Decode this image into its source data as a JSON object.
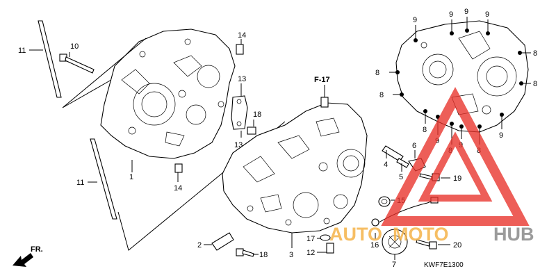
{
  "callouts": {
    "c1": "1",
    "c2": "2",
    "c3": "3",
    "c4": "4",
    "c5": "5",
    "c6": "6",
    "c7": "7",
    "c10": "10",
    "c11": "11",
    "c12": "12",
    "c13": "13",
    "c14": "14",
    "c15": "15",
    "c16": "16",
    "c17": "17",
    "c18": "18",
    "c19": "19",
    "c20": "20",
    "c8": "8",
    "c9": "9"
  },
  "reference_label": "F-17",
  "direction_label": "FR.",
  "diagram_code": "KWF7E1300",
  "watermark": {
    "part1": "AUTO",
    "part2": "MOTO",
    "part3": "HUB",
    "color_a": "#f5b34a",
    "color_b": "#8a8a8a",
    "triangle_color": "#e8312a"
  }
}
